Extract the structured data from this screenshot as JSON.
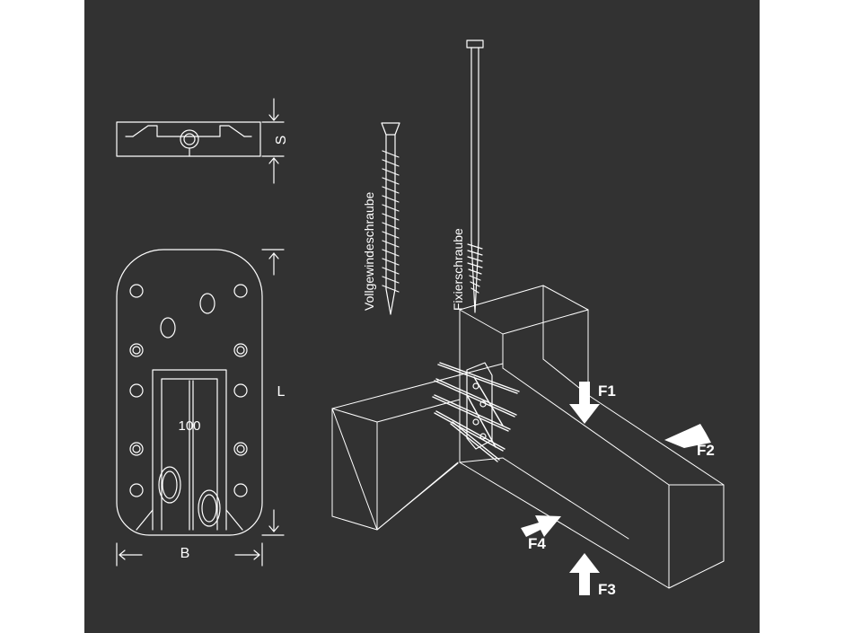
{
  "colors": {
    "background": "#323232",
    "page": "#ffffff",
    "line": "#ffffff"
  },
  "dimensions": {
    "thickness": "S",
    "length": "L",
    "width": "B"
  },
  "plate": {
    "marking": "100"
  },
  "fasteners": {
    "full_thread_screw": "Vollgewindeschraube",
    "fixing_screw": "Fixierschraube"
  },
  "forces": {
    "f1": "F1",
    "f2": "F2",
    "f3": "F3",
    "f4": "F4"
  }
}
